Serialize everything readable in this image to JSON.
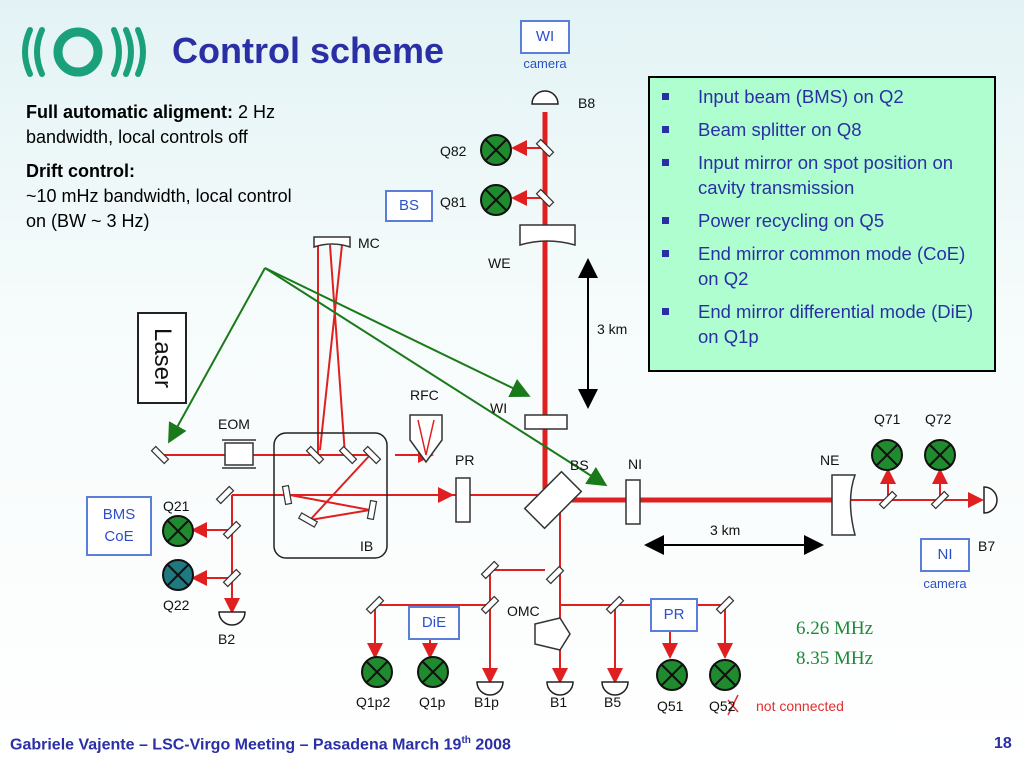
{
  "title": "Control scheme",
  "left_text": {
    "p1_bold": "Full automatic aligment:",
    "p1_rest": " 2 Hz bandwidth, local controls off",
    "p2_bold": "Drift control:",
    "p2_rest": "~10 mHz bandwidth, local control on (BW ~ 3 Hz)"
  },
  "bullets": [
    "Input beam (BMS) on Q2",
    "Beam splitter on Q8",
    "Input mirror on spot position on cavity transmission",
    "Power recycling on Q5",
    "End mirror common mode (CoE) on Q2",
    "End mirror differential mode (DiE) on Q1p"
  ],
  "boxes": {
    "wi": "WI",
    "wi_cam": "camera",
    "bs": "BS",
    "bms": "BMS",
    "coe": "CoE",
    "die": "DiE",
    "pr": "PR",
    "ni": "NI",
    "ni_cam": "camera"
  },
  "diagram_labels": {
    "b8": "B8",
    "q82": "Q82",
    "q81": "Q81",
    "mc": "MC",
    "we": "WE",
    "laser": "Laser",
    "three_km_v": "3 km",
    "wi": "WI",
    "rfc": "RFC",
    "eom": "EOM",
    "pr": "PR",
    "bs": "BS",
    "ni": "NI",
    "ne": "NE",
    "q71": "Q71",
    "q72": "Q72",
    "q21": "Q21",
    "q22": "Q22",
    "b2": "B2",
    "ib": "IB",
    "three_km_h": "3 km",
    "b7": "B7",
    "omc": "OMC",
    "q1p2": "Q1p2",
    "q1p": "Q1p",
    "b1p": "B1p",
    "b1": "B1",
    "b5": "B5",
    "q51": "Q51",
    "q52": "Q52"
  },
  "freqs": [
    "6.26 MHz",
    "8.35 MHz"
  ],
  "not_connected": "not connected",
  "footer": {
    "pre": "Gabriele Vajente – LSC-Virgo Meeting – Pasadena March 19",
    "sup": "th",
    "post": " 2008"
  },
  "page_number": "18",
  "colors": {
    "title": "#2b2fa6",
    "beam": "#e02020",
    "arrow": "#1a7a1a",
    "quad": "#1f8a2e",
    "quad_alt": "#1e7a80",
    "bullet_bg": "#aefecf"
  }
}
